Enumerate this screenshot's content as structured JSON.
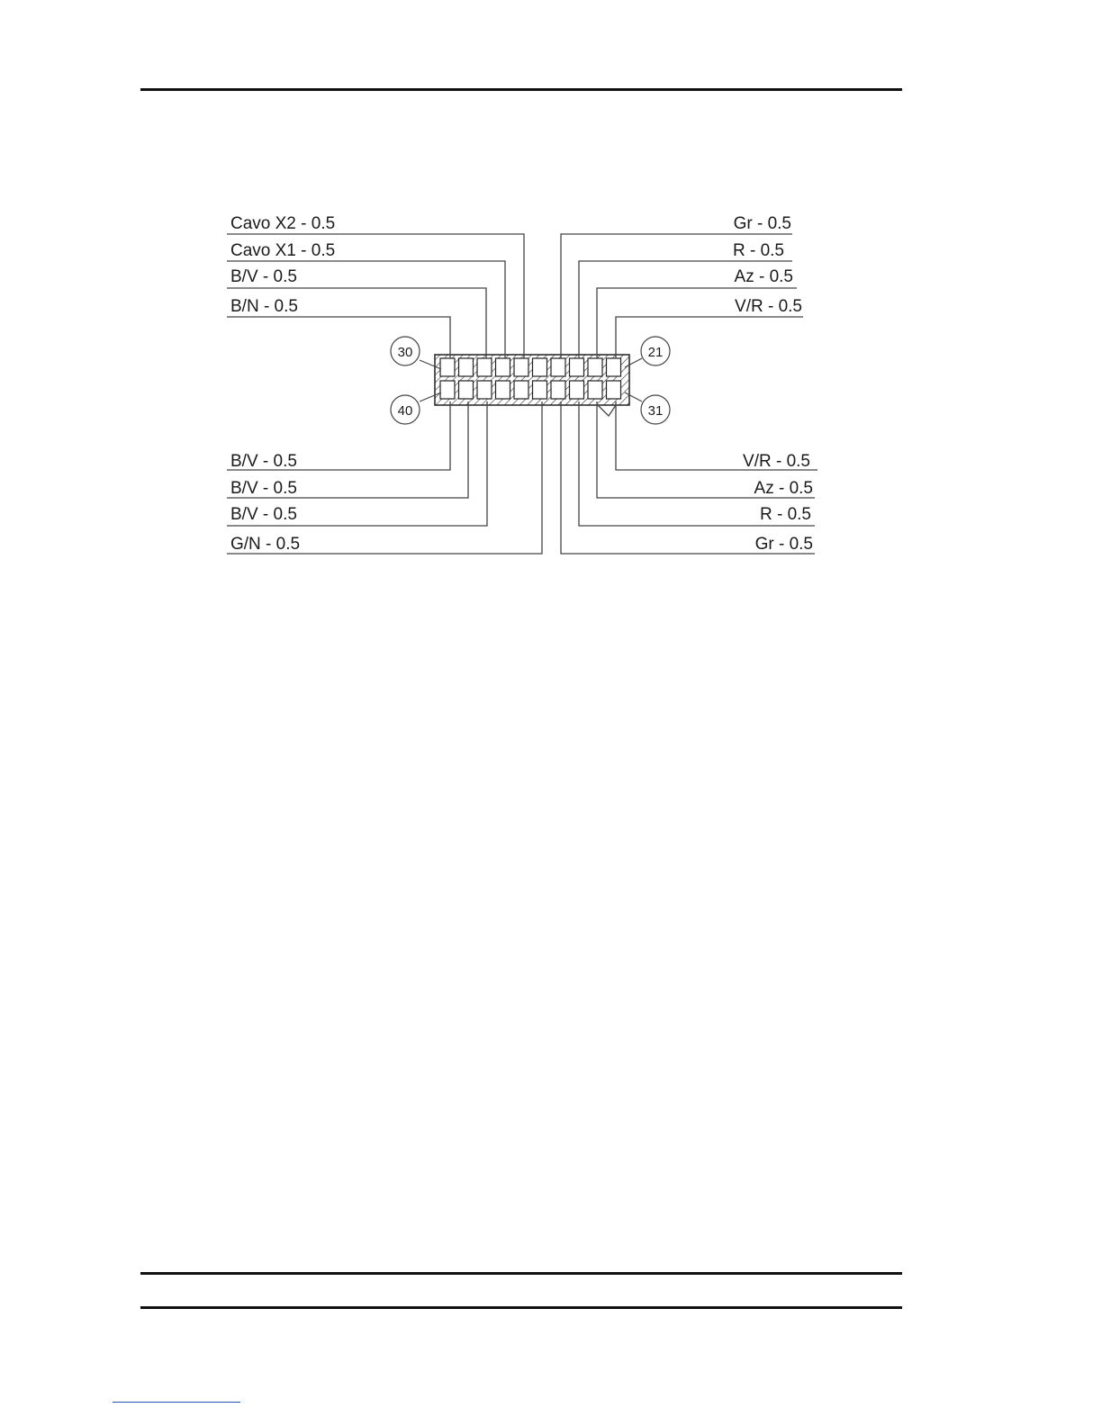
{
  "connector": {
    "left_top_labels": [
      "Cavo X2 - 0.5",
      "Cavo X1 - 0.5",
      "B/V - 0.5",
      "B/N - 0.5"
    ],
    "right_top_labels": [
      "Gr - 0.5",
      "R - 0.5",
      "Az - 0.5",
      "V/R - 0.5"
    ],
    "left_bottom_labels": [
      "B/V - 0.5",
      "B/V - 0.5",
      "B/V - 0.5",
      "G/N - 0.5"
    ],
    "right_bottom_labels": [
      "V/R - 0.5",
      "Az - 0.5",
      "R - 0.5",
      "Gr - 0.5"
    ],
    "pin_numbers": {
      "top_left": "30",
      "top_right": "21",
      "bottom_left": "40",
      "bottom_right": "31"
    }
  }
}
